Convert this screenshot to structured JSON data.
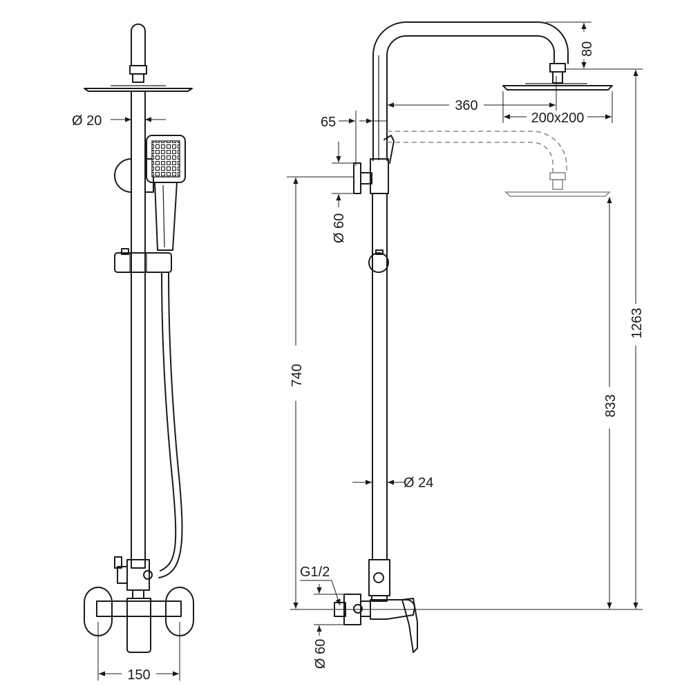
{
  "dimensions": {
    "diameter_bar": "Ø 20",
    "diameter_pipe": "Ø 24",
    "diameter_flange_top": "Ø 60",
    "diameter_flange_bottom": "Ø 60",
    "pitch_width": "150",
    "arm_length": "360",
    "head_drop": "80",
    "head_size": "200x200",
    "wall_offset": "65",
    "bar_height": "740",
    "head_clearance": "833",
    "total_height": "1263",
    "thread": "G1/2"
  },
  "colors": {
    "line": "#1a1a1a",
    "ghost": "#8a8a8a"
  }
}
